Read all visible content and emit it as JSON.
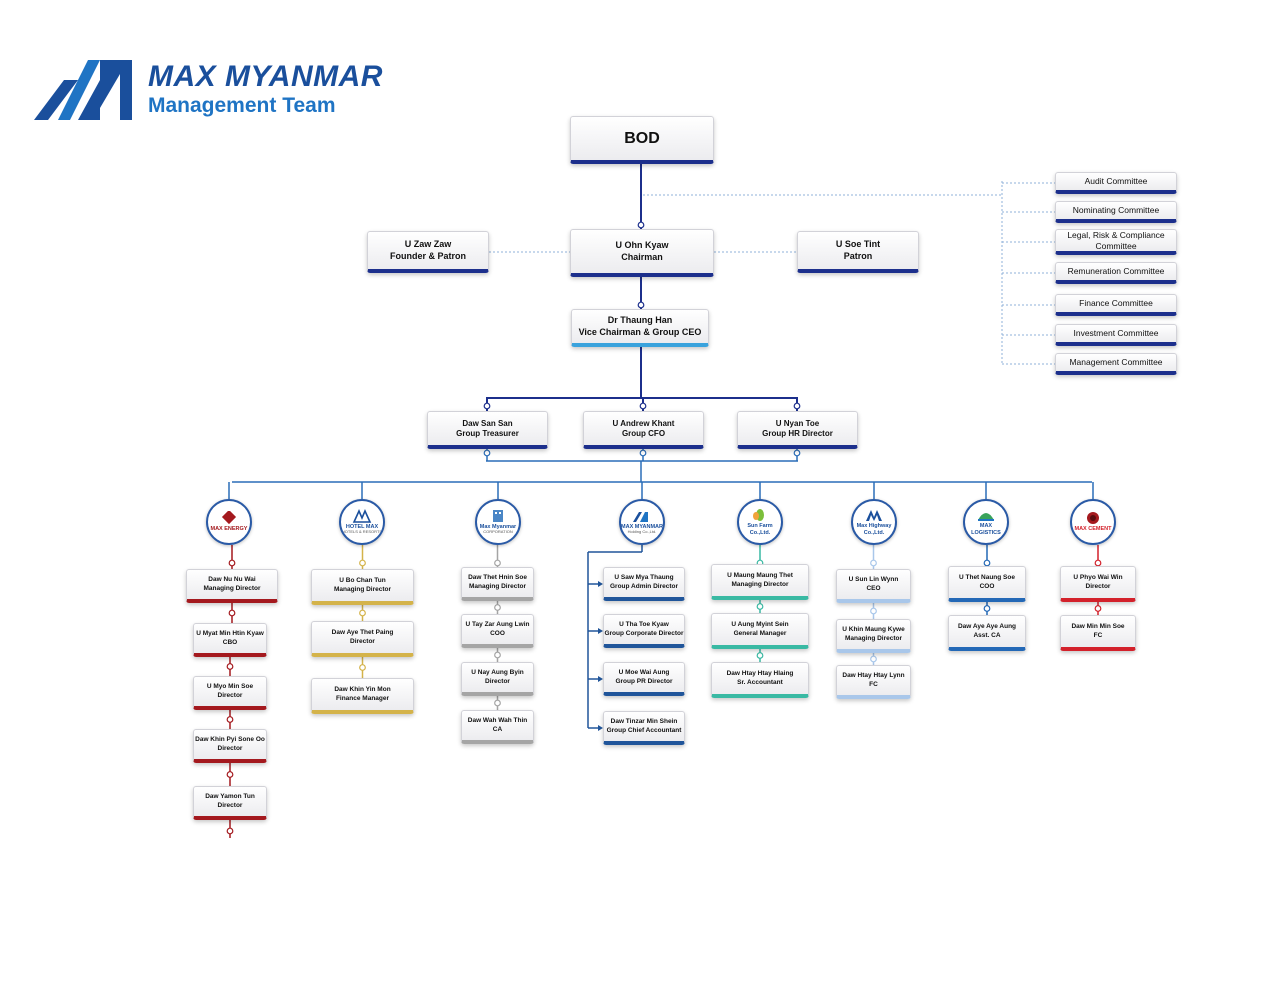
{
  "header": {
    "brand": "MAX MYANMAR",
    "subtitle": "Management Team"
  },
  "colors": {
    "brand_blue": "#1a4f9c",
    "brand_light_blue": "#1f74c4",
    "connector_navy": "#1c2f8c",
    "connector_blue": "#2a6db8",
    "energy_red": "#a4191e",
    "hotel_gold": "#d4b34a",
    "corp_gray": "#a5a5a5",
    "holding_navy": "#20559a",
    "agri_teal": "#39b9a3",
    "highway_sky": "#a9c7ea",
    "logistics_royal": "#2368b6",
    "cement_red": "#d3212b"
  },
  "bod": {
    "label": "BOD"
  },
  "chairman": {
    "name": "U Ohn Kyaw",
    "role": "Chairman"
  },
  "founder": {
    "name": "U Zaw Zaw",
    "role": "Founder & Patron"
  },
  "patron": {
    "name": "U Soe Tint",
    "role": "Patron"
  },
  "ceo": {
    "name": "Dr Thaung Han",
    "role": "Vice Chairman & Group CEO"
  },
  "committees": [
    "Audit Committee",
    "Nominating Committee",
    "Legal, Risk & Compliance Committee",
    "Remuneration Committee",
    "Finance Committee",
    "Investment Committee",
    "Management Committee"
  ],
  "executives": [
    {
      "name": "Daw San San",
      "role": "Group Treasurer"
    },
    {
      "name": "U Andrew Khant",
      "role": "Group CFO"
    },
    {
      "name": "U Nyan Toe",
      "role": "Group HR Director"
    }
  ],
  "companies": [
    {
      "logo_text": "MAX ENERGY",
      "icon": "max-energy-logo-icon",
      "staff": [
        {
          "name": "Daw Nu Nu Wai",
          "role": "Managing Director"
        },
        {
          "name": "U Myat Min Htin Kyaw",
          "role": "CBO"
        },
        {
          "name": "U Myo Min Soe",
          "role": "Director"
        },
        {
          "name": "Daw Khin Pyi Sone Oo",
          "role": "Director"
        },
        {
          "name": "Daw Yamon Tun",
          "role": "Director"
        }
      ]
    },
    {
      "logo_text": "HOTEL MAX",
      "logo_sub": "HOTELS & RESORTS",
      "icon": "hotel-max-logo-icon",
      "staff": [
        {
          "name": "U Bo Chan Tun",
          "role": "Managing Director"
        },
        {
          "name": "Daw Aye Thet Paing",
          "role": "Director"
        },
        {
          "name": "Daw Khin Yin Mon",
          "role": "Finance Manager"
        }
      ]
    },
    {
      "logo_text": "Max Myanmar",
      "logo_sub": "CORPORATION",
      "icon": "max-myanmar-corporation-logo-icon",
      "staff": [
        {
          "name": "Daw Thet Hnin Soe",
          "role": "Managing Director"
        },
        {
          "name": "U Tay Zar Aung Lwin",
          "role": "COO"
        },
        {
          "name": "U Nay Aung Byin",
          "role": "Director"
        },
        {
          "name": "Daw Wah Wah Thin",
          "role": "CA"
        }
      ]
    },
    {
      "logo_text": "MAX MYANMAR",
      "logo_sub": "Holding Co.,Ltd.",
      "icon": "max-myanmar-holding-logo-icon",
      "staff": [
        {
          "name": "U Saw Mya Thaung",
          "role": "Group Admin Director"
        },
        {
          "name": "U Tha Toe Kyaw",
          "role": "Group Corporate Director"
        },
        {
          "name": "U Moe Wai Aung",
          "role": "Group PR Director"
        },
        {
          "name": "Daw Tinzar Min Shein",
          "role": "Group Chief Accountant"
        }
      ]
    },
    {
      "logo_text": "Sun Farm Co.,Ltd.",
      "icon": "agriculture-leaf-logo-icon",
      "staff": [
        {
          "name": "U Maung Maung Thet",
          "role": "Managing Director"
        },
        {
          "name": "U Aung Myint Sein",
          "role": "General Manager"
        },
        {
          "name": "Daw Htay Htay Hlaing",
          "role": "Sr. Accountant"
        }
      ]
    },
    {
      "logo_text": "Max Highway Co.,Ltd.",
      "icon": "max-highway-logo-icon",
      "staff": [
        {
          "name": "U Sun Lin Wynn",
          "role": "CEO"
        },
        {
          "name": "U Khin Maung Kywe",
          "role": "Managing Director"
        },
        {
          "name": "Daw Htay Htay Lynn",
          "role": "FC"
        }
      ]
    },
    {
      "logo_text": "MAX LOGISTICS",
      "icon": "max-logistics-logo-icon",
      "staff": [
        {
          "name": "U Thet Naung Soe",
          "role": "COO"
        },
        {
          "name": "Daw Aye Aye Aung",
          "role": "Asst. CA"
        }
      ]
    },
    {
      "logo_text": "MAX CEMENT",
      "icon": "max-cement-logo-icon",
      "staff": [
        {
          "name": "U Phyo Wai Win",
          "role": "Director"
        },
        {
          "name": "Daw Min Min Soe",
          "role": "FC"
        }
      ]
    }
  ]
}
